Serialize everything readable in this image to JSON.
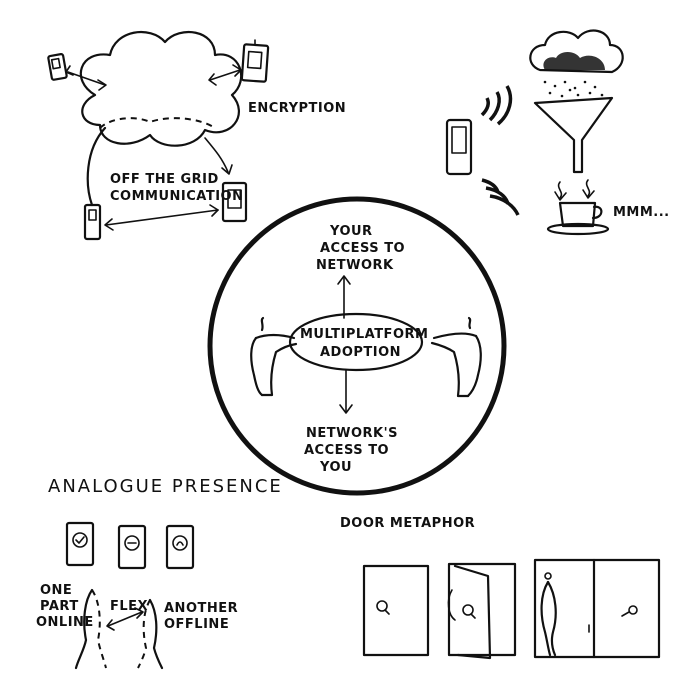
{
  "sections": {
    "encryption": {
      "label": "ENCRYPTION",
      "offgrid_line1": "OFF THE GRID",
      "offgrid_line2": "COMMUNICATION"
    },
    "funnel": {
      "label": "MMM..."
    },
    "center": {
      "top_line1": "YOUR",
      "top_line2": "ACCESS TO",
      "top_line3": "NETWORK",
      "core_line1": "MULTIPLATFORM",
      "core_line2": "ADOPTION",
      "bottom_line1": "NETWORK'S",
      "bottom_line2": "ACCESS TO",
      "bottom_line3": "YOU"
    },
    "analogue": {
      "title": "ANALOGUE PRESENCE",
      "left_line1": "ONE",
      "left_line2": "PART",
      "left_line3": "ONLINE",
      "flex": "FLEX",
      "right_line1": "ANOTHER",
      "right_line2": "OFFLINE"
    },
    "door": {
      "title": "DOOR METAPHOR"
    }
  }
}
